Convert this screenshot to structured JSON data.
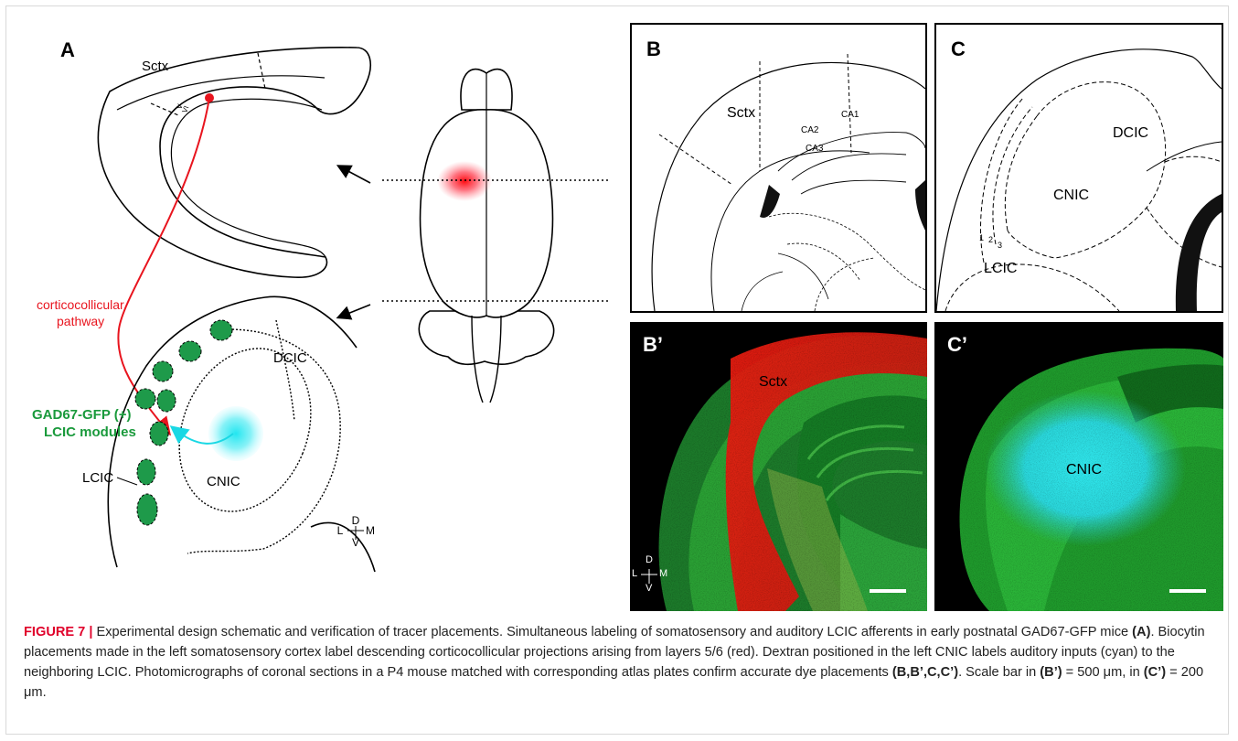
{
  "panels": {
    "a": {
      "label": "A",
      "sctx": "Sctx",
      "layer_v": "V",
      "layer_vi": "VI",
      "pathway_line1": "corticocollicular",
      "pathway_line2": "pathway",
      "dcic": "DCIC",
      "cnic": "CNIC",
      "lcic": "LCIC",
      "modules_line1": "GAD67-GFP (+)",
      "modules_line2": "LCIC modules",
      "compass": {
        "d": "D",
        "l": "L",
        "m": "M",
        "v": "V"
      }
    },
    "b": {
      "label": "B",
      "sctx": "Sctx",
      "ca1": "CA1",
      "ca2": "CA2",
      "ca3": "CA3"
    },
    "c": {
      "label": "C",
      "dcic": "DCIC",
      "cnic": "CNIC",
      "lcic": "LCIC",
      "l1": "1",
      "l2": "2",
      "l3": "3"
    },
    "b_prime": {
      "label": "B’",
      "sctx": "Sctx",
      "compass": {
        "d": "D",
        "l": "L",
        "m": "M",
        "v": "V"
      }
    },
    "c_prime": {
      "label": "C’",
      "cnic": "CNIC"
    }
  },
  "caption": {
    "head": "FIGURE 7 | ",
    "s1": "Experimental design schematic and verification of tracer placements. Simultaneous labeling of somatosensory and auditory LCIC afferents in early postnatal GAD67-GFP mice ",
    "r1": "(A)",
    "s2": ". Biocytin placements made in the left somatosensory cortex label descending corticocollicular projections arising from layers 5/6 (red). Dextran positioned in the left CNIC labels auditory inputs (cyan) to the neighboring LCIC. Photomicrographs of coronal sections in a P4 mouse matched with corresponding atlas plates confirm accurate dye placements ",
    "r2": "(B,B’,C,C’)",
    "s3": ". Scale bar in ",
    "r3": "(B’)",
    "s4": " = 500 μm, in ",
    "r4": "(C’)",
    "s5": " = 200 μm."
  },
  "colors": {
    "red": "#e8141e",
    "cyan": "#19d8e4",
    "gfp_green": "#1e9a4a",
    "modules_text": "#1a9a3c",
    "caption_head": "#e0002a"
  }
}
